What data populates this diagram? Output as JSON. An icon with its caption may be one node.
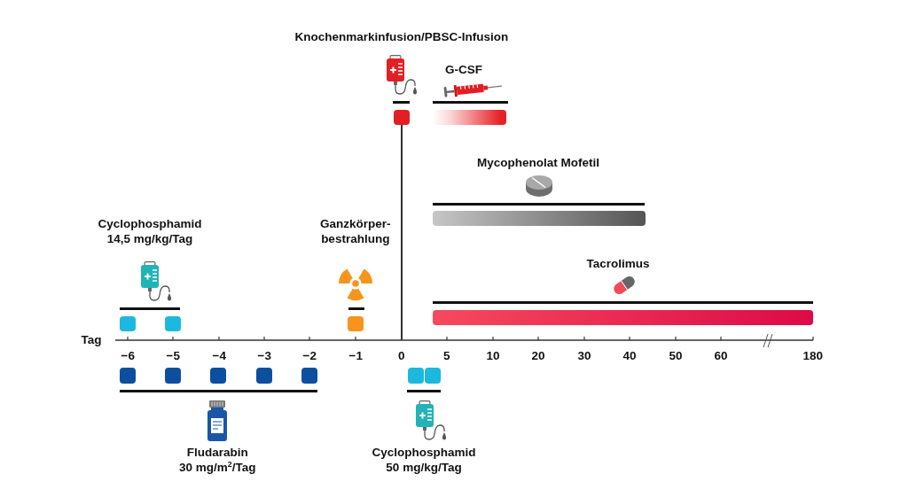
{
  "diagram": {
    "nodes": [
      {
        "text": [],
        "shape": "bar",
        "beside": [
          "G-CSF"
        ]
      },
      {
        "text": [],
        "shape": "bar",
        "beside": [
          "Mycophenolat Mofetil"
        ]
      },
      {
        "text": [],
        "shape": "bar",
        "beside": [
          "Tacrolimus"
        ]
      }
    ],
    "labels": [
      "Knochenmarkinfusion/PBSC-Infusion",
      "Cyclophosphamid 14,5 mg/kg/Tag",
      "Ganzkörper-bestrahlung",
      "Tag",
      "−6",
      "−5",
      "−4",
      "−3",
      "−2",
      "−1",
      "0",
      "5",
      "10",
      "20",
      "30",
      "40",
      "50",
      "60",
      "180",
      "Fludarabin 30 mg/m$^{2}$/Tag",
      "Cyclophosphamid 50 mg/kg/Tag"
    ]
  }
}
